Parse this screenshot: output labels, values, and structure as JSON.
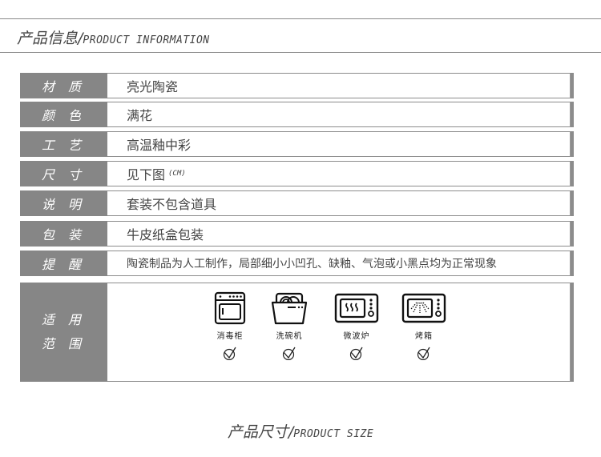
{
  "header": {
    "title_cn": "产品信息",
    "title_sep": "/",
    "title_en": "PRODUCT INFORMATION"
  },
  "specs": [
    {
      "label": "材 质",
      "value": "亮光陶瓷"
    },
    {
      "label": "颜 色",
      "value": "满花"
    },
    {
      "label": "工 艺",
      "value": "高温釉中彩"
    },
    {
      "label": "尺 寸",
      "value": "见下图",
      "unit": "(CM)"
    },
    {
      "label": "说 明",
      "value": "套装不包含道具"
    },
    {
      "label": "包 装",
      "value": "牛皮纸盒包装"
    },
    {
      "label": "提 醒",
      "value": "陶瓷制品为人工制作，局部细小小凹孔、缺釉、气泡或小黑点均为正常现象"
    }
  ],
  "scope": {
    "label_line1": "适 用",
    "label_line2": "范 围",
    "appliances": [
      {
        "name": "消毒柜",
        "icon": "sterilizer-cabinet-icon",
        "check": "check-icon"
      },
      {
        "name": "洗碗机",
        "icon": "dishwasher-icon",
        "check": "check-icon"
      },
      {
        "name": "微波炉",
        "icon": "microwave-icon",
        "check": "check-icon"
      },
      {
        "name": "烤箱",
        "icon": "oven-icon",
        "check": "check-icon"
      }
    ]
  },
  "footer": {
    "title_cn": "产品尺寸",
    "title_sep": "/",
    "title_en": "PRODUCT SIZE"
  },
  "colors": {
    "label_bg": "#868686",
    "border": "#8c8c8c",
    "text": "#444444"
  }
}
